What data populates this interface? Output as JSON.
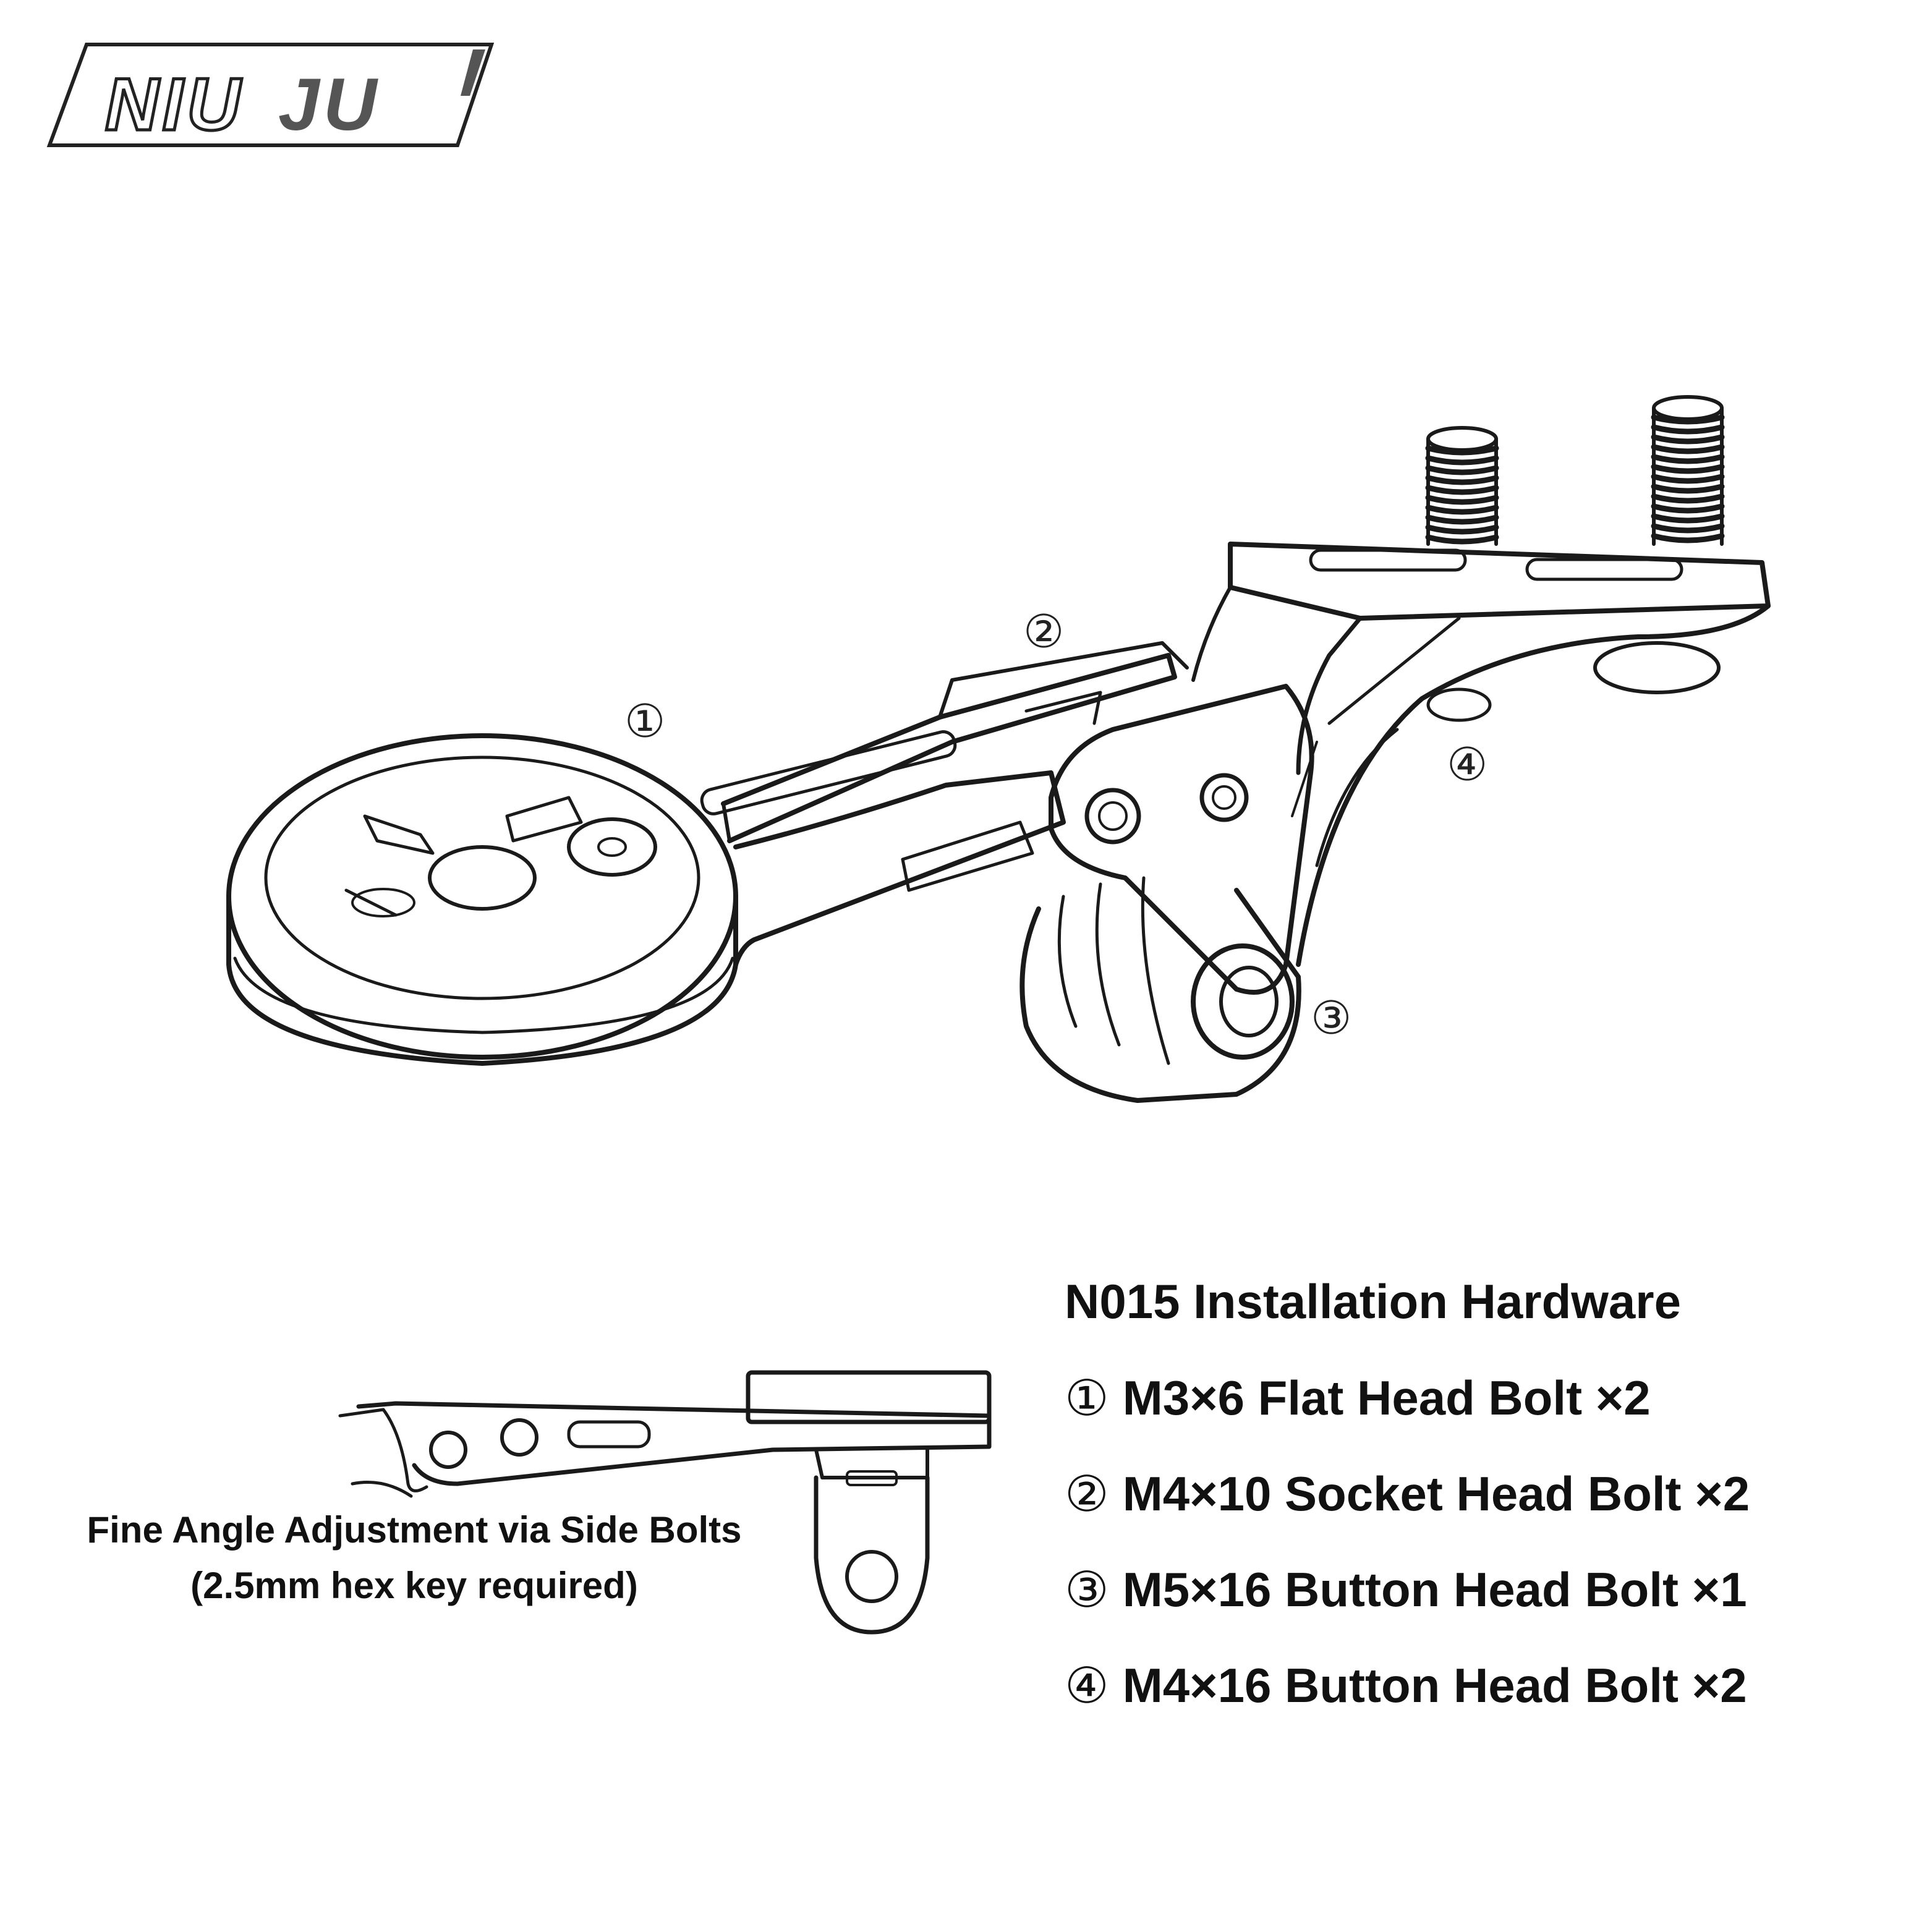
{
  "brand": {
    "logo_text_left": "NIU",
    "logo_text_right": "JU"
  },
  "callouts": [
    "①",
    "②",
    "③",
    "④"
  ],
  "hardware": {
    "title": "N015 Installation Hardware",
    "items": [
      {
        "num": "①",
        "text": "M3×6 Flat Head Bolt ×2"
      },
      {
        "num": "②",
        "text": "M4×10 Socket Head Bolt ×2"
      },
      {
        "num": "③",
        "text": "M5×16 Button Head Bolt ×1"
      },
      {
        "num": "④",
        "text": "M4×16 Button Head Bolt ×2"
      }
    ]
  },
  "caption": {
    "line1": "Fine Angle Adjustment via Side Bolts",
    "line2": "(2.5mm hex key required)"
  },
  "colors": {
    "ink": "#111111",
    "line": "#1a1a1a",
    "background": "#ffffff",
    "logo_grey": "#555555"
  }
}
